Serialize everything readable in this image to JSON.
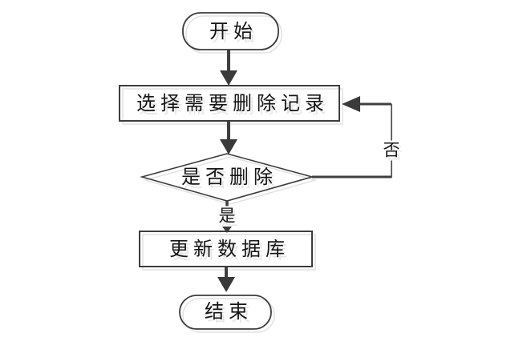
{
  "flowchart": {
    "background": "#ffffff",
    "stroke_color": "#3d3d3d",
    "arrow_color": "#3a3a3a",
    "echo_color": "#e2e2e2",
    "text_color": "#161616",
    "nodes": {
      "start": {
        "label": "开始",
        "type": "terminator"
      },
      "select_records": {
        "label": "选择需要删除记录",
        "type": "process"
      },
      "confirm_delete": {
        "label": "是否删除",
        "type": "decision"
      },
      "update_database": {
        "label": "更新数据库",
        "type": "process"
      },
      "end": {
        "label": "结束",
        "type": "terminator"
      }
    },
    "edge_labels": {
      "yes": "是",
      "no": "否"
    }
  }
}
